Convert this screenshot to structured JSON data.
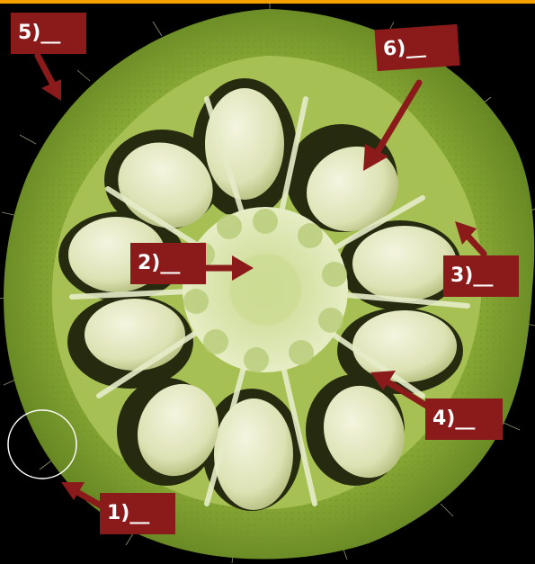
{
  "labels": [
    {
      "id": "5",
      "text": "5)__"
    },
    {
      "id": "6",
      "text": "6)__"
    },
    {
      "id": "2",
      "text": "2)__"
    },
    {
      "id": "3",
      "text": "3)__"
    },
    {
      "id": "4",
      "text": "4)__"
    },
    {
      "id": "1",
      "text": "1)__"
    }
  ],
  "colors": {
    "background": "#000000",
    "top_bar": "#f5a000",
    "okra_skin": "#7e9e2e",
    "okra_flesh": "#c5d98a",
    "seed": "#e3e6c0",
    "label_fill": "#8b1a1a",
    "label_text": "#ffffff",
    "arrow": "#8b1a1a",
    "highlight_circle": "#ffffff"
  }
}
